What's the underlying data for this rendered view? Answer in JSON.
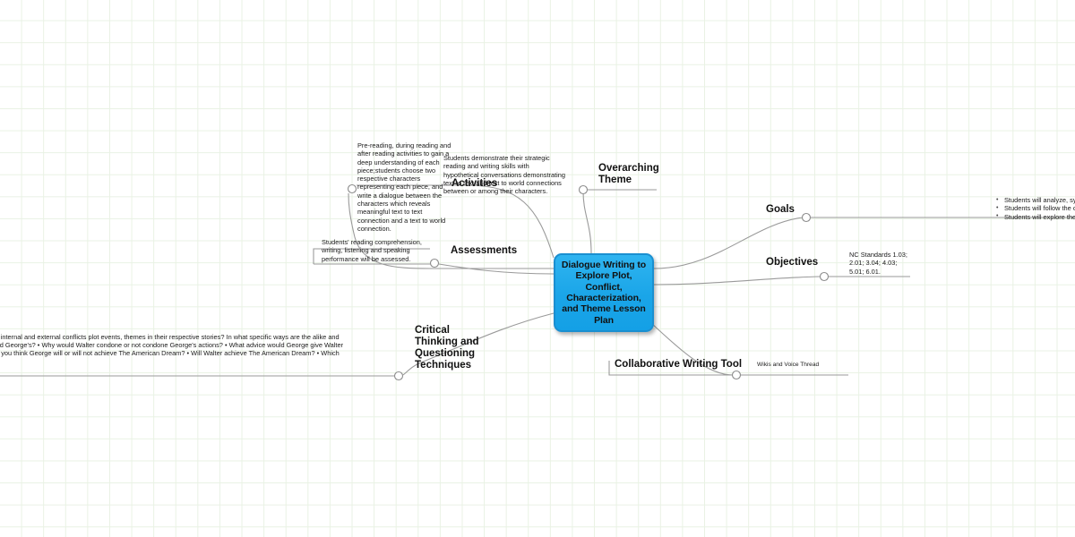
{
  "document": {
    "type": "mind-map",
    "background": "#ffffff",
    "grid_color": "#e9f2e4",
    "accent_color": "#1aa5e8",
    "connector_color": "#9a9a9a"
  },
  "central": {
    "title": "Dialogue Writing to Explore Plot, Conflict, Characterization, and Theme  Lesson Plan",
    "fill": "#1aa5e8",
    "border": "#1b8fd0"
  },
  "branches": {
    "overarching_theme": {
      "label": "Overarching\nTheme"
    },
    "goals": {
      "label": "Goals",
      "items": [
        "Students will analyze, synthesize and evaluate themes, conflicts, plot events, and chan",
        "Students will follow the conventions for dialogue writing.",
        "Students will explore the concept of The American Dream through text-to-text and te"
      ]
    },
    "objectives": {
      "label": "Objectives",
      "detail": "NC Standards 1.03; 2.01; 3.04; 4.03; 5.01; 6.01."
    },
    "collaborative_writing_tool": {
      "label": "Collaborative Writing Tool",
      "detail": "Wikis and Voice Thread"
    },
    "activities": {
      "label": "Activities",
      "detail_left": "Pre-reading, during reading and after reading activities to gain a deep understanding of each piece;students choose two respective characters representing each piece, and write a dialogue between the characters which reveals meaningful text to text connection and a text to world connection.",
      "detail_right": "Students demonstrate their strategic reading and writing skills with hypothetical conversations demonstrating text to text and text to world connections between or among their characters."
    },
    "assessments": {
      "label": "Assessments",
      "detail": "Students' reading comprehension, writing, listening and speaking performance will be assessed."
    },
    "critical_thinking": {
      "label": "Critical\nThinking and\nQuestioning\nTechniques",
      "detail_line1": "their characterization, internal and external conflicts plot events, themes in their respective stories? In what specific ways are the alike and",
      "detail_line2": "American Dream and George's? • Why would Walter condone or not condone George's actions?  • What advice would George give Walter",
      "detail_line3": "conditions? • Why do you think George will or will not achieve The American Dream?  • Will Walter achieve The American Dream?  • Which"
    }
  }
}
